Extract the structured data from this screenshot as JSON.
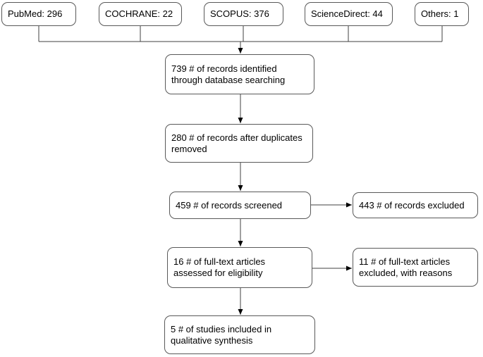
{
  "flowchart": {
    "databases": [
      {
        "id": "pubmed",
        "label": "PubMed: 296"
      },
      {
        "id": "cochrane",
        "label": "COCHRANE: 22"
      },
      {
        "id": "scopus",
        "label": "SCOPUS: 376"
      },
      {
        "id": "sciencedirect",
        "label": "ScienceDirect: 44"
      },
      {
        "id": "others",
        "label": "Others: 1"
      }
    ],
    "steps": {
      "identified": "739 # of records identified through database searching",
      "deduplicated": "280 # of records after duplicates removed",
      "screened": "459 # of records screened",
      "eligibility": "16 # of full-text articles assessed for eligibility",
      "included": "5 # of studies included in qualitative synthesis"
    },
    "exclusions": {
      "records_excluded": "443 # of records excluded",
      "fulltext_excluded": "11 # of full-text articles excluded, with reasons"
    },
    "colors": {
      "background": "#ffffff",
      "box_border": "#595959",
      "connector": "#404040",
      "arrowhead": "#000000",
      "text": "#000000"
    }
  }
}
